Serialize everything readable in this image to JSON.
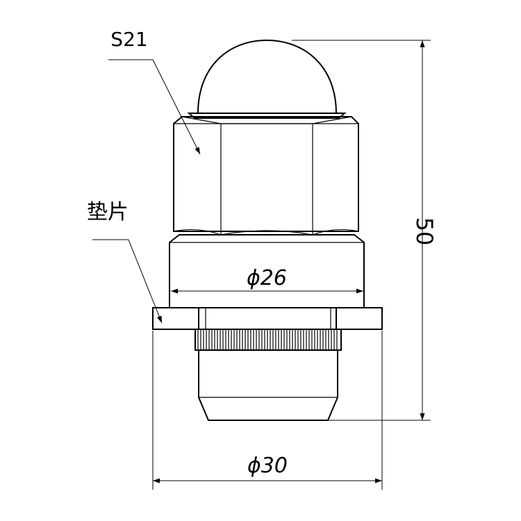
{
  "callouts": {
    "nut": "S21",
    "washer": "垫片"
  },
  "dimensions": {
    "inner_diameter": "ϕ26",
    "outer_diameter": "ϕ30",
    "height": "50"
  }
}
